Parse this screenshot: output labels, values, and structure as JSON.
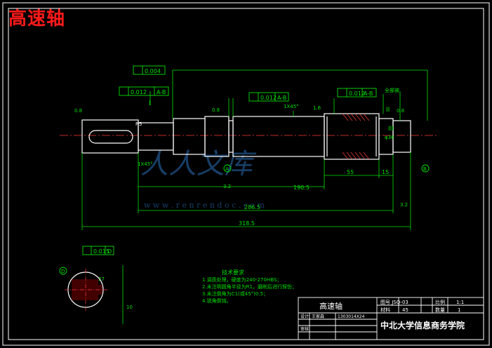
{
  "drawing_title": "高速轴",
  "watermark": {
    "url": "w w w . r e n r e n d o c . c o m"
  },
  "tolerances": {
    "cylindricity_top": "0.004",
    "concentric_left": "0.012",
    "runout_mid": "0.012",
    "runout_right": "0.012",
    "ref_ab": "A-B",
    "symmetry_section": "0.015",
    "ref_d": "D"
  },
  "roughness": [
    "0.8",
    "0.8",
    "1.6",
    "0.8",
    "3.2",
    "3.2"
  ],
  "dimensions": {
    "chamfer_mid": "1X45°",
    "chamfer_left": "1X45°",
    "len_190": "190.5",
    "len_286": "286.5",
    "len_318": "318.5",
    "len_55": "55",
    "len_15": "15",
    "section_27": "27",
    "section_10": "10",
    "dia_36": "φ36",
    "label_quanbu": "全部被",
    "radius": "R5"
  },
  "datums": [
    "A",
    "B",
    "D"
  ],
  "section_marks": [
    "I",
    "II",
    "III"
  ],
  "notes": {
    "heading": "技术要求",
    "items": [
      "1.调质处理，硬度为240-270HBS；",
      "2.未注明圆角半径为R1，磨削后进行探伤；",
      "3.未注倒角为C1(或45°)0.5；",
      "4.锐角倒钝。"
    ]
  },
  "title_block": {
    "part_name": "高速轴",
    "drawing_no": "图号 JSQ-03",
    "ratio_label": "比例",
    "ratio_value": "1:1",
    "qty_label": "数量",
    "qty_value": "1",
    "material_label": "材料",
    "material_value": "45",
    "designer_label": "设计",
    "designer_value": "王家森",
    "student_id": "1303014X24",
    "check_label": "审核",
    "school": "中北大学信息商务学院"
  }
}
